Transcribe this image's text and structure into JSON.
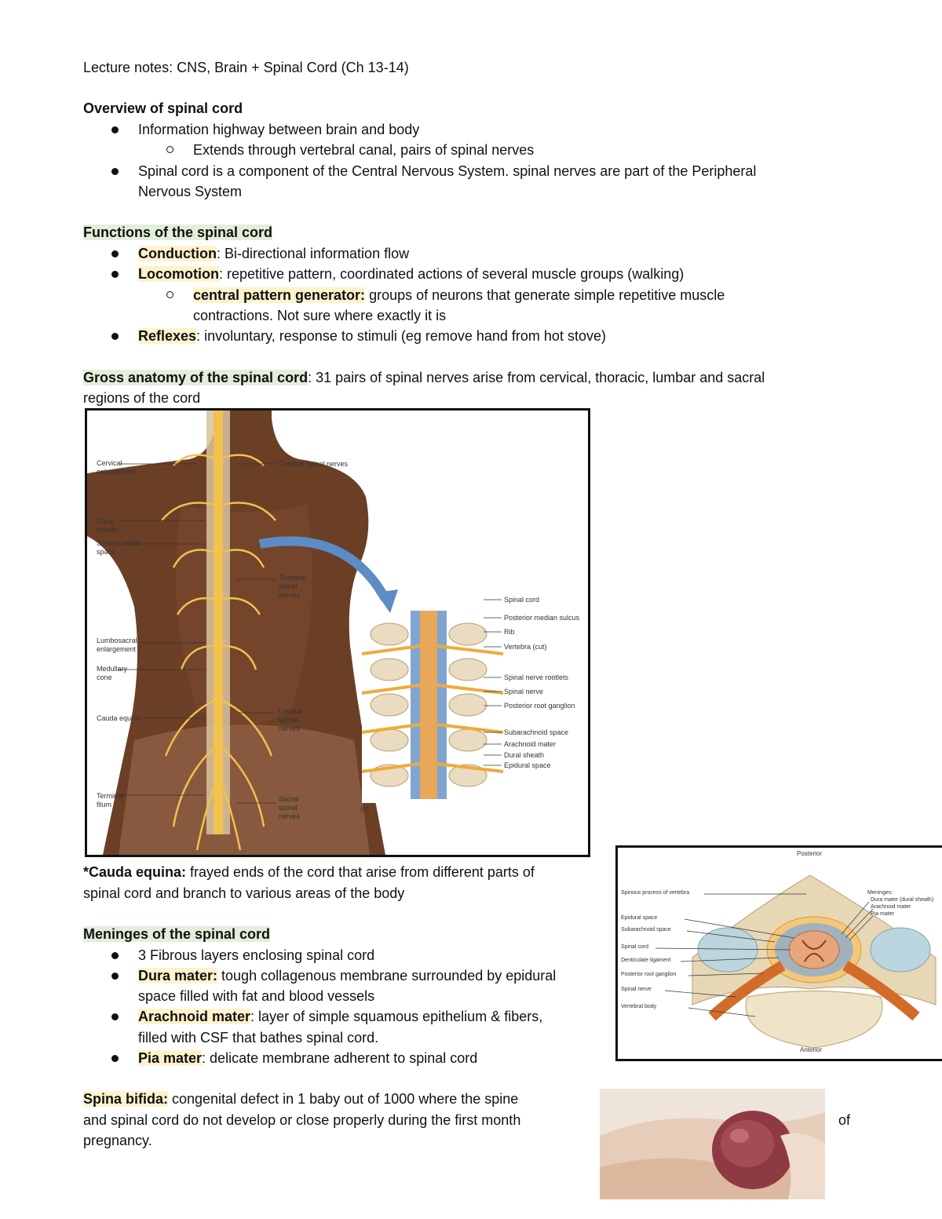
{
  "doc_title": "Lecture notes: CNS, Brain + Spinal Cord (Ch 13-14)",
  "overview": {
    "heading": "Overview of spinal cord",
    "b1": "Information highway between brain and body",
    "b1_sub": "Extends through vertebral canal, pairs of spinal nerves",
    "b2_line1": "Spinal cord is a component of the Central Nervous System. spinal nerves are part of the Peripheral",
    "b2_line2": "Nervous System"
  },
  "functions": {
    "heading": "Functions of the spinal cord",
    "conduction_term": "Conduction",
    "conduction_text": ": Bi-directional information flow",
    "locomotion_term": "Locomotion",
    "locomotion_text": ": repetitive pattern, coordinated actions of several muscle groups (walking)",
    "cpg_term": "central pattern generator:",
    "cpg_text": " groups of neurons that generate simple repetitive muscle",
    "cpg_line2": "contractions. Not sure where exactly it is",
    "reflexes_term": "Reflexes",
    "reflexes_text": ": involuntary, response to stimuli (eg remove hand from hot stove)"
  },
  "gross": {
    "heading": "Gross anatomy of the spinal cord",
    "text": ": 31 pairs of spinal nerves arise from cervical, thoracic, lumbar and sacral",
    "line2": "regions of the cord"
  },
  "figure1": {
    "left_labels": [
      "Cervical enlargement",
      "Dural sheath",
      "Subarachnoid space",
      "Lumbosacral enlargement",
      "Medullary cone",
      "Cauda equina",
      "Terminal filum"
    ],
    "mid_labels": [
      "Cervical spinal nerves",
      "Thoracic spinal nerves",
      "Lumbar spinal nerves",
      "Sacral spinal nerves"
    ],
    "right_labels": [
      "Spinal cord",
      "Posterior median sulcus",
      "Rib",
      "Vertebra (cut)",
      "Spinal nerve rootlets",
      "Spinal nerve",
      "Posterior root ganglion",
      "Subarachnoid space",
      "Arachnoid mater",
      "Dural sheath",
      "Epidural space"
    ],
    "panel_label": "(b)"
  },
  "cauda": {
    "term": "*Cauda equina:",
    "text": " frayed ends of the cord that arise from different parts of",
    "line2": "spinal cord and branch to various areas of the body"
  },
  "figure2": {
    "top_label": "Posterior",
    "bottom_label": "Anterior",
    "left_labels": [
      "Spinous process of vertebra",
      "Epidural space",
      "Subarachnoid space",
      "Spinal cord",
      "Denticulate ligament",
      "Posterior root ganglion",
      "Spinal nerve",
      "Vertebral body"
    ],
    "right_labels": [
      "Meninges:",
      "Dura mater (dural sheath)",
      "Arachnoid mater",
      "Pia mater"
    ]
  },
  "meninges": {
    "heading": "Meninges of the spinal cord",
    "b1": "3 Fibrous layers enclosing spinal cord",
    "dura_term": "Dura mater:",
    "dura_text": " tough collagenous membrane surrounded by epidural",
    "dura_line2": "space filled with fat and blood vessels",
    "arach_term": "Arachnoid mater",
    "arach_text": ": layer of simple squamous epithelium & fibers,",
    "arach_line2": "filled with CSF that bathes spinal cord.",
    "pia_term": "Pia mater",
    "pia_text": ": delicate membrane adherent to spinal cord"
  },
  "bifida": {
    "term": "Spina bifida:",
    "text": " congenital defect in 1 baby out of 1000 where the spine",
    "line2": "and spinal cord do not develop or close properly during the first month",
    "line2_end": "of",
    "line3": "pregnancy."
  }
}
